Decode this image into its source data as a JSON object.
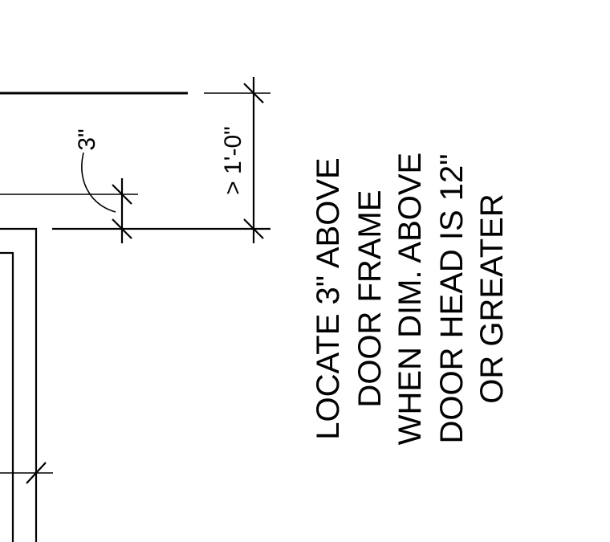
{
  "drawing": {
    "dimensions": {
      "small": "3\"",
      "large": "> 1'-0\""
    },
    "note": {
      "lines": [
        "LOCATE 3\" ABOVE",
        "DOOR FRAME",
        "WHEN DIM. ABOVE",
        "DOOR HEAD IS 12\"",
        "OR GREATER"
      ]
    }
  }
}
